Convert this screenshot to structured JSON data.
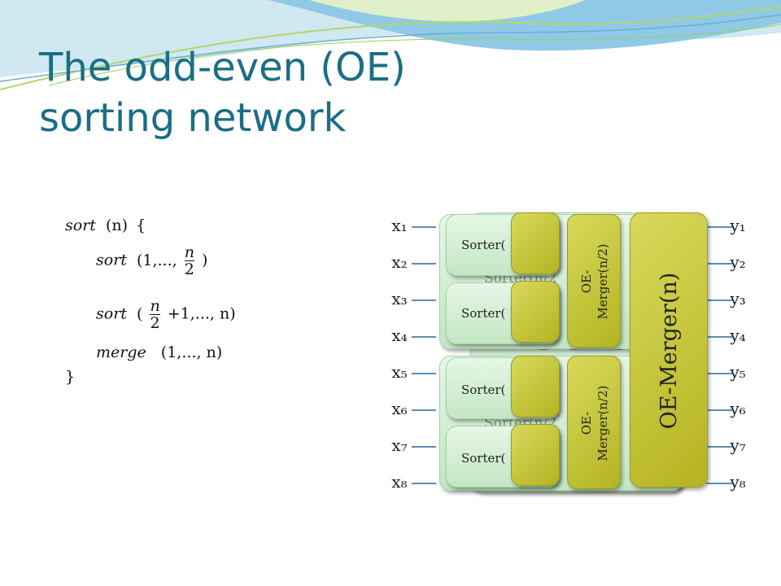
{
  "title": {
    "line1": "The odd-even (OE)",
    "line2": "sorting network"
  },
  "code": {
    "line1": {
      "fn": "sort",
      "arg": "(n)",
      "brace": "{"
    },
    "line2": {
      "fn": "sort",
      "open": "(1,...,",
      "num": "n",
      "den": "2",
      "close": ")"
    },
    "line3": {
      "fn": "sort",
      "open": "(",
      "num": "n",
      "den": "2",
      "rest": "+1,..., n)"
    },
    "line4": {
      "fn": "merge",
      "args": "(1,..., n)"
    },
    "line5": {
      "brace": "}"
    }
  },
  "network": {
    "inputs": [
      "x₁",
      "x₂",
      "x₃",
      "x₄",
      "x₅",
      "x₆",
      "x₇",
      "x₈"
    ],
    "outputs": [
      "y₁",
      "y₂",
      "y₃",
      "y₄",
      "y₅",
      "y₆",
      "y₇",
      "y₈"
    ],
    "sorter_label": "Sorter(",
    "merger_half_line1": "OE-",
    "merger_half_line2": "Merger(n/2)",
    "merger_full": "OE-Merger(n)",
    "ghost_top": "Sorter(n/2",
    "ghost_bottom": "Sorter(n/2",
    "ghost_big": "Sorter("
  },
  "colors": {
    "title": "#1b6e84",
    "sorter_fill": "#d8f0d8",
    "merger_fill": "#c6c640",
    "wire": "#5b8db8"
  }
}
